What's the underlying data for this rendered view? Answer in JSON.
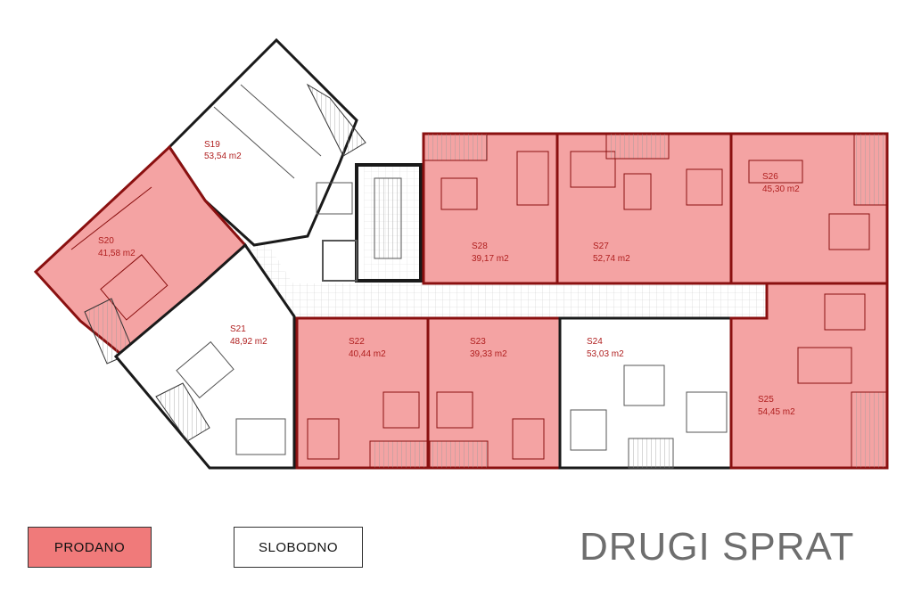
{
  "floor_title": "DRUGI SPRAT",
  "legend": {
    "sold_label": "PRODANO",
    "free_label": "SLOBODNO"
  },
  "colors": {
    "sold": "#f4a3a3",
    "free": "#ffffff",
    "wall": "#1a1a1a",
    "sold_wall": "#8a1010"
  },
  "units": [
    {
      "id": "S19",
      "area": "53,54 m2",
      "status": "free"
    },
    {
      "id": "S20",
      "area": "41,58 m2",
      "status": "sold"
    },
    {
      "id": "S21",
      "area": "48,92 m2",
      "status": "free"
    },
    {
      "id": "S22",
      "area": "40,44 m2",
      "status": "sold"
    },
    {
      "id": "S23",
      "area": "39,33 m2",
      "status": "sold"
    },
    {
      "id": "S24",
      "area": "53,03 m2",
      "status": "free"
    },
    {
      "id": "S25",
      "area": "54,45 m2",
      "status": "sold"
    },
    {
      "id": "S26",
      "area": "45,30 m2",
      "status": "sold"
    },
    {
      "id": "S27",
      "area": "52,74 m2",
      "status": "sold"
    },
    {
      "id": "S28",
      "area": "39,17 m2",
      "status": "sold"
    }
  ]
}
